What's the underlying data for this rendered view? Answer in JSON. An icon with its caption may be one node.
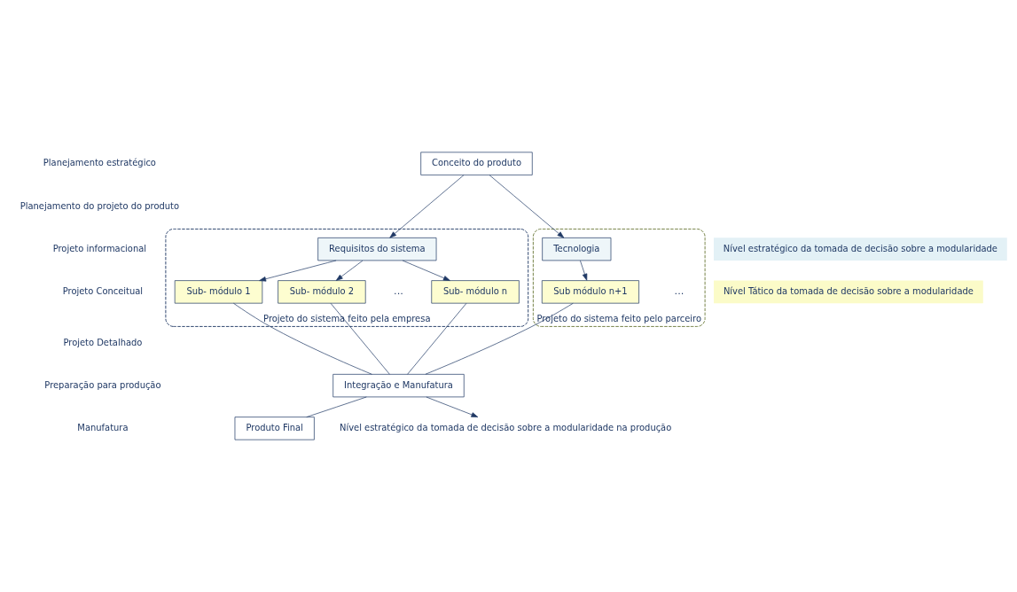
{
  "diagram": {
    "nodes": [
      {
        "text": [
          "Conceito do produto"
        ]
      },
      {
        "text": [
          "Projeto do sistema feito pela empresa"
        ]
      },
      {
        "text": [
          "Requisitos do sistema"
        ],
        "in": 1
      },
      {
        "text": [
          "Sub- módulo 1"
        ],
        "in": 1
      },
      {
        "text": [
          "Sub- módulo 2"
        ],
        "in": 1
      },
      {
        "text": [
          "Sub- módulo n"
        ],
        "in": 1
      },
      {
        "text": [
          "Projeto do sistema feito pelo parceiro"
        ]
      },
      {
        "text": [
          "Tecnologia"
        ],
        "in": 6
      },
      {
        "text": [
          "Sub módulo n+1"
        ],
        "in": 6
      },
      {
        "text": [
          "Integração e Manufatura"
        ]
      },
      {
        "text": [
          "Produto Final"
        ]
      },
      {
        "text": [
          "Nível estratégico da tomada de decisão sobre a modularidade na produção"
        ]
      }
    ],
    "edges": [
      {
        "from": 0,
        "to": 2,
        "arrow": "to"
      },
      {
        "from": 0,
        "to": 7,
        "arrow": "to"
      },
      {
        "from": 2,
        "to": 3,
        "arrow": "to"
      },
      {
        "from": 2,
        "to": 4,
        "arrow": "to"
      },
      {
        "from": 2,
        "to": 5,
        "arrow": "to"
      },
      {
        "from": 7,
        "to": 8,
        "arrow": "to"
      },
      {
        "from": 3,
        "to": 9,
        "arrow": "none"
      },
      {
        "from": 4,
        "to": 9,
        "arrow": "none"
      },
      {
        "from": 5,
        "to": 9,
        "arrow": "none"
      },
      {
        "from": 8,
        "to": 9,
        "arrow": "none"
      },
      {
        "from": 9,
        "to": 10,
        "arrow": "none"
      },
      {
        "from": 9,
        "to": 11,
        "arrow": "to"
      }
    ],
    "labels": [
      "Planejamento estratégico",
      "Planejamento do projeto do produto",
      "Projeto informacional",
      "Projeto Conceitual",
      "Projeto Detalhado",
      "Preparação para produção",
      "Manufatura",
      "Nível estratégico da tomada de decisão sobre a modularidade",
      "...",
      "Nível Tático da tomada de decisão sobre a modularidade",
      "..."
    ]
  }
}
